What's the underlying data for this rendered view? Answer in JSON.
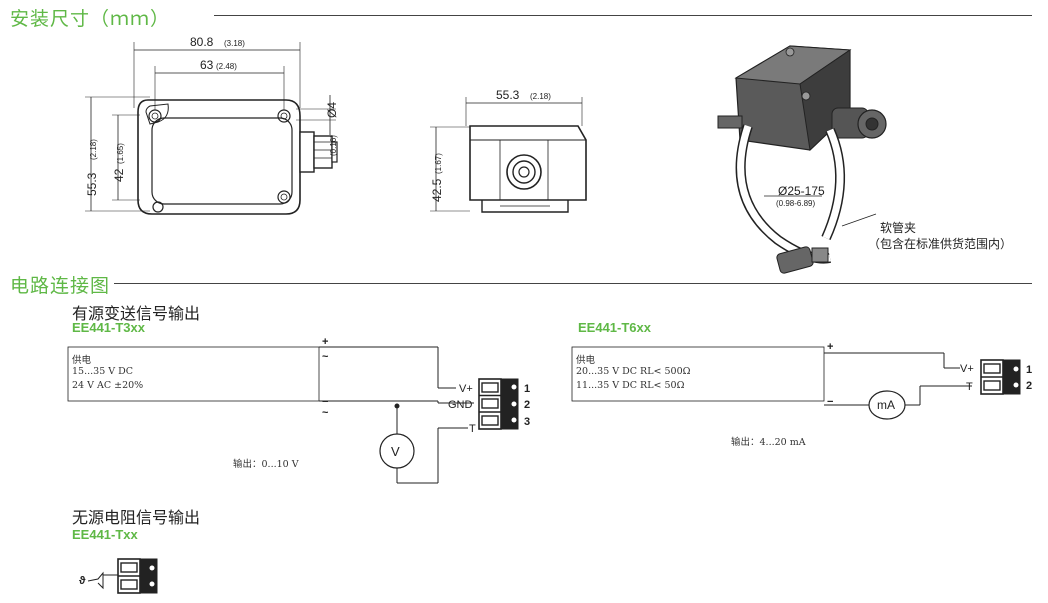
{
  "sections": {
    "install_title": "安装尺寸（ｍｍ）",
    "circuit_title": "电路连接图"
  },
  "dimensions": {
    "d_80_8": "80.8",
    "d_80_8_in": "(3.18)",
    "d_63": "63",
    "d_63_in": "(2.48)",
    "d_4": "Ø4",
    "d_4_in": "(0.16)",
    "d_55_3_v": "55.3",
    "d_55_3_v_in": "(2.18)",
    "d_42": "42",
    "d_42_in": "(1.65)",
    "d_55_3_h": "55.3",
    "d_55_3_h_in": "(2.18)",
    "d_42_5": "42.5",
    "d_42_5_in": "(1.67)",
    "clamp_range": "Ø25-175",
    "clamp_range_in": "(0.98-6.89)",
    "hose_clamp": "软管夹",
    "hose_clamp_note": "（包含在标准供货范围内）"
  },
  "active_output": {
    "subtitle": "有源变送信号输出",
    "t3": {
      "model": "EE441-T3xx",
      "supply_label": "供电",
      "supply_dc": "15...35 V DC",
      "supply_ac": "24 V AC ±20%",
      "plus": "+",
      "minus": "−",
      "tilde": "~",
      "term_vplus": "V+",
      "term_gnd": "GND",
      "term_t": "T",
      "pin1": "1",
      "pin2": "2",
      "pin3": "3",
      "meter": "V",
      "output": "输出：0...10 V"
    },
    "t6": {
      "model": "EE441-T6xx",
      "supply_label": "供电",
      "supply_line1": "20...35 V DC RL< 500Ω",
      "supply_line2": "11...35 V DC RL< 50Ω",
      "plus": "+",
      "minus": "−",
      "term_vplus": "V+",
      "term_t": "T",
      "pin1": "1",
      "pin2": "2",
      "meter": "mA",
      "output": "输出：4...20 mA"
    }
  },
  "passive_output": {
    "subtitle": "无源电阻信号输出",
    "model": "EE441-Txx",
    "symbol": "ϑ"
  }
}
